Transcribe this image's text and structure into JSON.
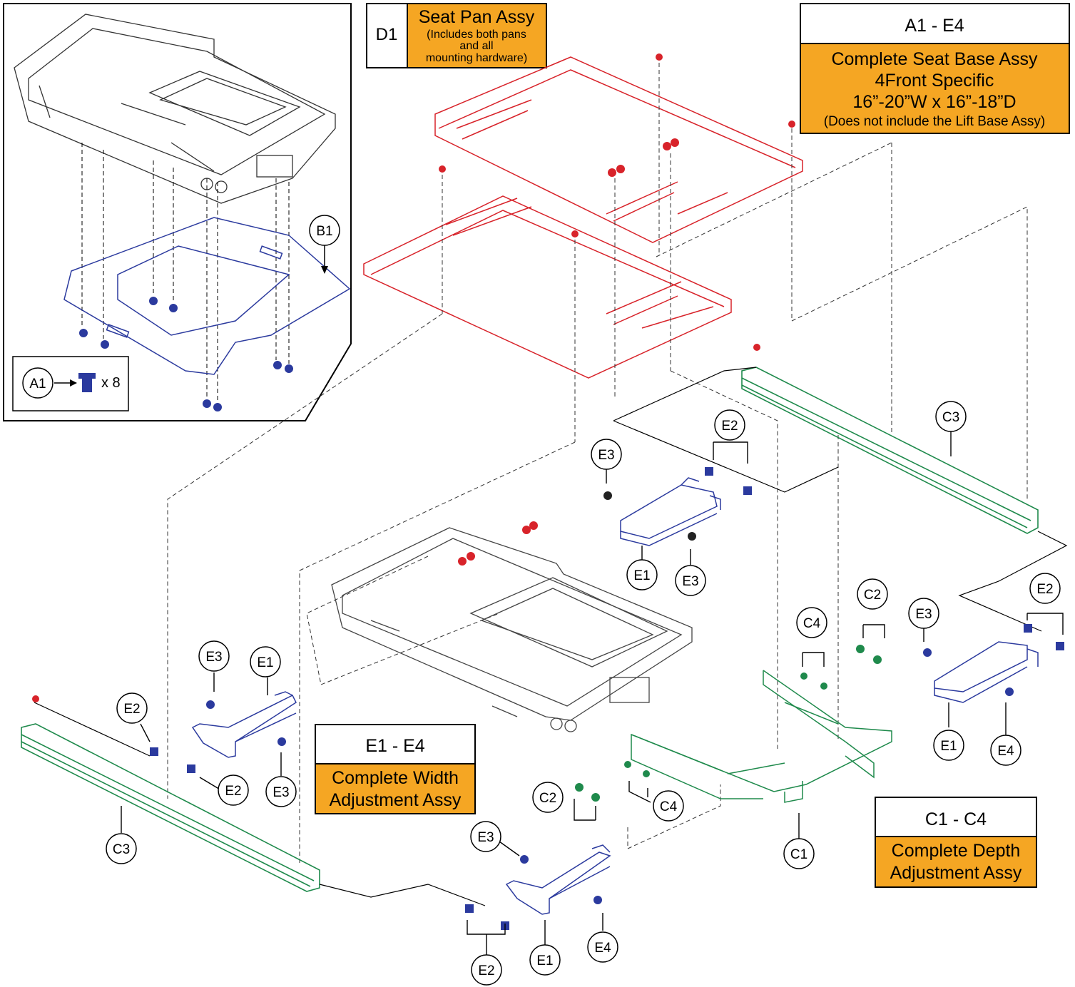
{
  "boxes": {
    "d1": {
      "code": "D1",
      "title": "Seat Pan Assy",
      "note_line1": "(Includes both pans",
      "note_line2": "and all",
      "note_line3": "mounting hardware)"
    },
    "a1e4": {
      "range": "A1 - E4",
      "line1": "Complete Seat Base Assy",
      "line2": "4Front Specific",
      "line3": "16”-20”W x 16”-18”D",
      "line4": "(Does not include the Lift Base Assy)"
    },
    "e1e4": {
      "range": "E1 - E4",
      "line1": "Complete Width",
      "line2": "Adjustment Assy"
    },
    "c1c4": {
      "range": "C1 - C4",
      "line1": "Complete Depth",
      "line2": "Adjustment Assy"
    }
  },
  "inset": {
    "quantity": "x 8"
  },
  "callouts": [
    {
      "id": "b1",
      "label": "B1"
    },
    {
      "id": "a1",
      "label": "A1"
    },
    {
      "id": "c3-right",
      "label": "C3"
    },
    {
      "id": "e2-top",
      "label": "E2"
    },
    {
      "id": "e3-top",
      "label": "E3"
    },
    {
      "id": "e1-top",
      "label": "E1"
    },
    {
      "id": "e3-top2",
      "label": "E3"
    },
    {
      "id": "c2-right",
      "label": "C2"
    },
    {
      "id": "c4-right",
      "label": "C4"
    },
    {
      "id": "e3-right",
      "label": "E3"
    },
    {
      "id": "e2-right",
      "label": "E2"
    },
    {
      "id": "e1-right",
      "label": "E1"
    },
    {
      "id": "e4-right",
      "label": "E4"
    },
    {
      "id": "e3-left",
      "label": "E3"
    },
    {
      "id": "e1-left",
      "label": "E1"
    },
    {
      "id": "e2-left",
      "label": "E2"
    },
    {
      "id": "e2-left2",
      "label": "E2"
    },
    {
      "id": "e3-left2",
      "label": "E3"
    },
    {
      "id": "c3-left",
      "label": "C3"
    },
    {
      "id": "c2-mid",
      "label": "C2"
    },
    {
      "id": "c4-mid",
      "label": "C4"
    },
    {
      "id": "c1",
      "label": "C1"
    },
    {
      "id": "e3-bottom",
      "label": "E3"
    },
    {
      "id": "e4-bottom",
      "label": "E4"
    },
    {
      "id": "e1-bottom",
      "label": "E1"
    },
    {
      "id": "e2-bottom",
      "label": "E2"
    }
  ],
  "colors": {
    "seat_pan": "#d8232a",
    "width_adjust": "#2b3a9e",
    "depth_adjust": "#1f8a4c",
    "label_fill": "#f5a623",
    "line": "#000000"
  }
}
